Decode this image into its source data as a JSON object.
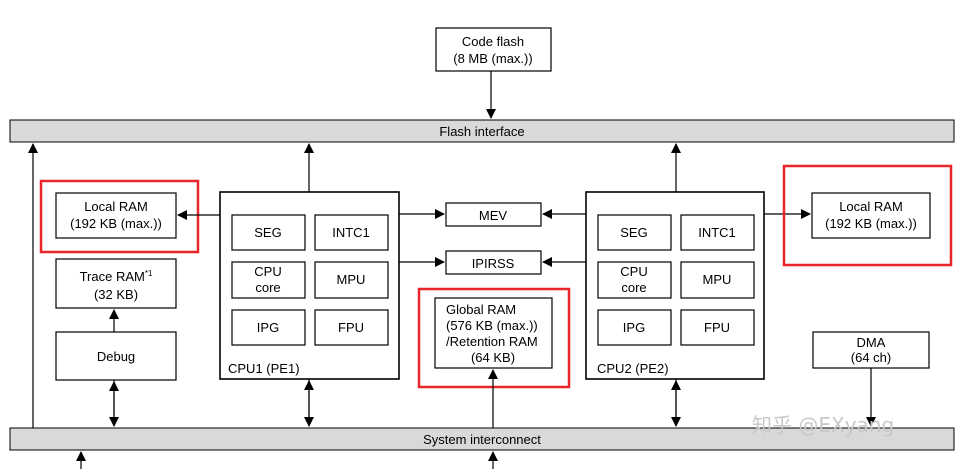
{
  "code_flash": {
    "line1": "Code flash",
    "line2": "(8 MB (max.))"
  },
  "flash_interface": "Flash interface",
  "system_interconnect": "System interconnect",
  "local_ram_left": {
    "line1": "Local RAM",
    "line2": "(192 KB (max.))"
  },
  "local_ram_right": {
    "line1": "Local RAM",
    "line2": "(192 KB (max.))"
  },
  "trace_ram": {
    "line1": "Trace RAM",
    "sup": "*1",
    "line2": "(32 KB)"
  },
  "debug": "Debug",
  "cpu1": {
    "label": "CPU1 (PE1)",
    "seg": "SEG",
    "intc1": "INTC1",
    "cpu_core_1": "CPU",
    "cpu_core_2": "core",
    "mpu": "MPU",
    "ipg": "IPG",
    "fpu": "FPU"
  },
  "cpu2": {
    "label": "CPU2 (PE2)",
    "seg": "SEG",
    "intc1": "INTC1",
    "cpu_core_1": "CPU",
    "cpu_core_2": "core",
    "mpu": "MPU",
    "ipg": "IPG",
    "fpu": "FPU"
  },
  "mev": "MEV",
  "ipirss": "IPIRSS",
  "global_ram": {
    "line1": "Global RAM",
    "line2": "(576 KB (max.))",
    "line3": "/Retention RAM",
    "line4": "(64 KB)"
  },
  "dma": {
    "line1": "DMA",
    "line2": "(64 ch)"
  },
  "watermark": "知乎 @EXyang",
  "colors": {
    "highlight": "#e8262a",
    "bus": "#d9d9d9"
  }
}
